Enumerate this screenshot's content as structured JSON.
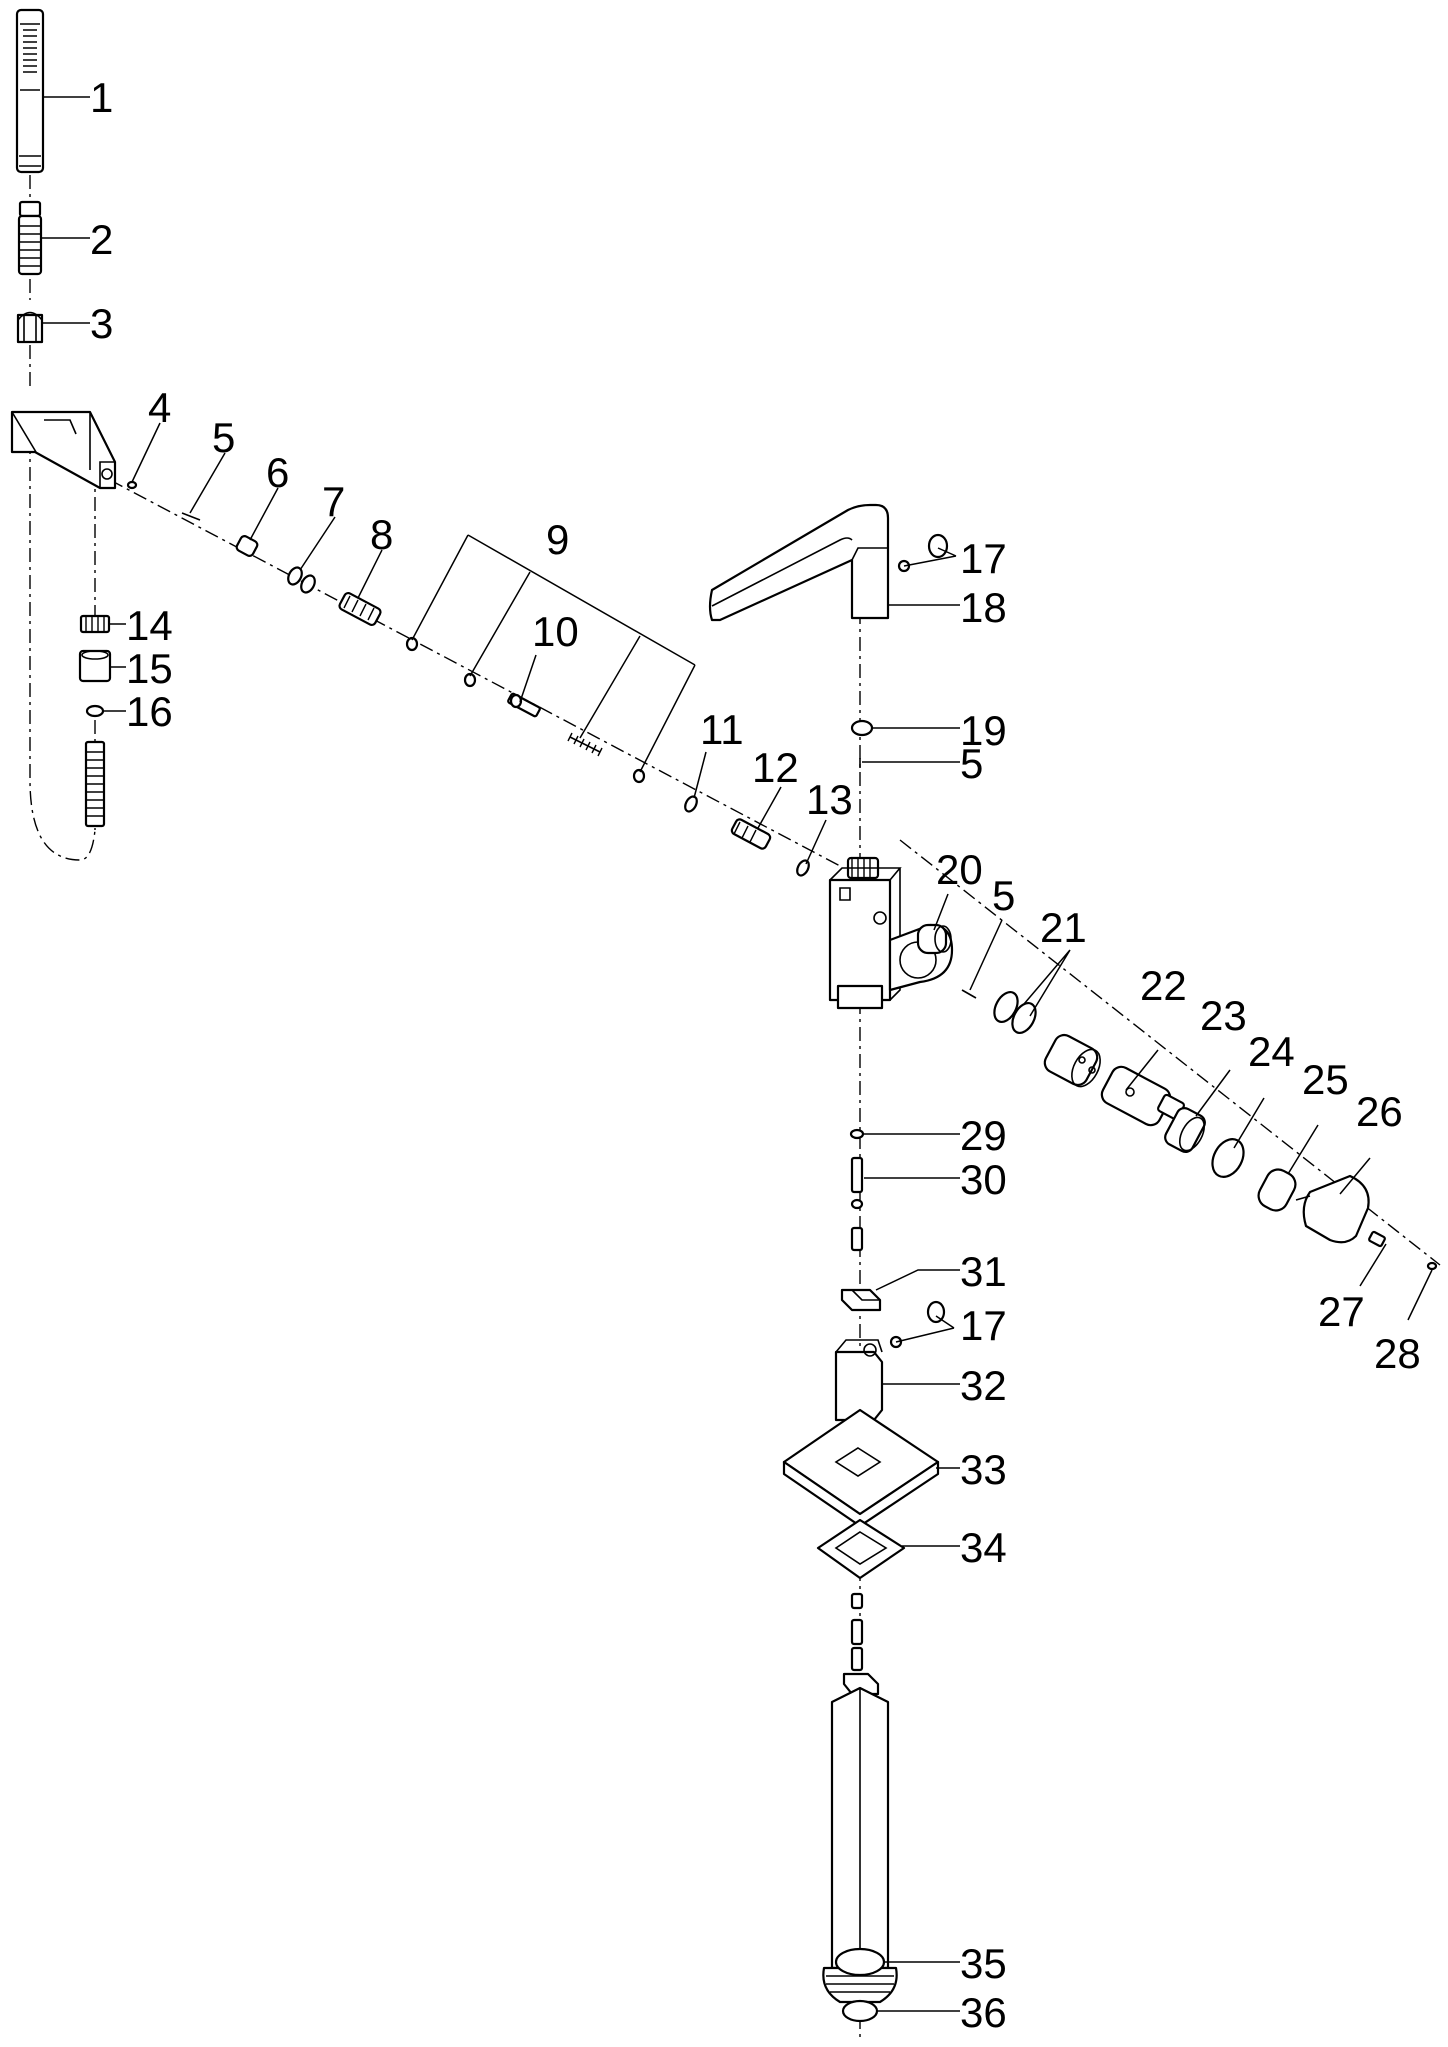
{
  "callouts": [
    {
      "id": "c1",
      "text": "1"
    },
    {
      "id": "c2",
      "text": "2"
    },
    {
      "id": "c3",
      "text": "3"
    },
    {
      "id": "c4",
      "text": "4"
    },
    {
      "id": "c5a",
      "text": "5"
    },
    {
      "id": "c6",
      "text": "6"
    },
    {
      "id": "c7",
      "text": "7"
    },
    {
      "id": "c8",
      "text": "8"
    },
    {
      "id": "c9",
      "text": "9"
    },
    {
      "id": "c10",
      "text": "10"
    },
    {
      "id": "c11",
      "text": "11"
    },
    {
      "id": "c12",
      "text": "12"
    },
    {
      "id": "c13",
      "text": "13"
    },
    {
      "id": "c14",
      "text": "14"
    },
    {
      "id": "c15",
      "text": "15"
    },
    {
      "id": "c16",
      "text": "16"
    },
    {
      "id": "c17a",
      "text": "17"
    },
    {
      "id": "c18",
      "text": "18"
    },
    {
      "id": "c19",
      "text": "19"
    },
    {
      "id": "c5b",
      "text": "5"
    },
    {
      "id": "c20",
      "text": "20"
    },
    {
      "id": "c5c",
      "text": "5"
    },
    {
      "id": "c21",
      "text": "21"
    },
    {
      "id": "c22",
      "text": "22"
    },
    {
      "id": "c23",
      "text": "23"
    },
    {
      "id": "c24",
      "text": "24"
    },
    {
      "id": "c25",
      "text": "25"
    },
    {
      "id": "c26",
      "text": "26"
    },
    {
      "id": "c27",
      "text": "27"
    },
    {
      "id": "c28",
      "text": "28"
    },
    {
      "id": "c29",
      "text": "29"
    },
    {
      "id": "c30",
      "text": "30"
    },
    {
      "id": "c31",
      "text": "31"
    },
    {
      "id": "c17b",
      "text": "17"
    },
    {
      "id": "c32",
      "text": "32"
    },
    {
      "id": "c33",
      "text": "33"
    },
    {
      "id": "c34",
      "text": "34"
    },
    {
      "id": "c35",
      "text": "35"
    },
    {
      "id": "c36",
      "text": "36"
    }
  ]
}
